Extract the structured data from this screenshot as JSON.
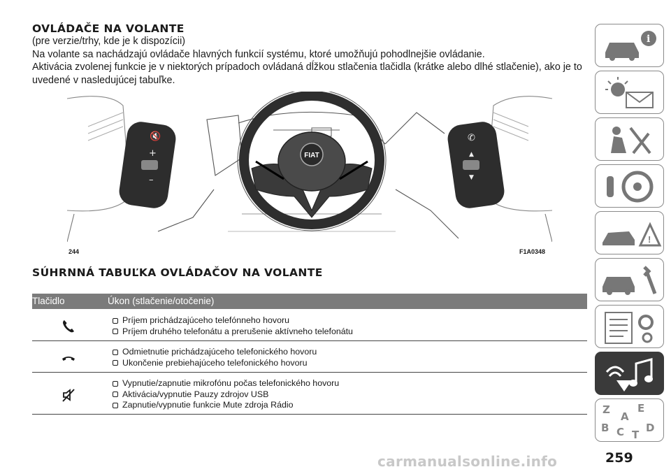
{
  "section_title": "OVLÁDAČE NA VOLANTE",
  "intro": [
    "(pre verzie/trhy, kde je k dispozícii)",
    "Na volante sa nachádzajú ovládače hlavných funkcií systému, ktoré umožňujú pohodlnejšie ovládanie.",
    "Aktivácia zvolenej funkcie je v niektorých prípadoch ovládaná dĺžkou stlačenia tlačidla (krátke alebo dlhé stlačenie), ako je to uvedené v nasledujúcej tabuľke."
  ],
  "figure": {
    "left_label": "244",
    "right_label": "F1A0348",
    "logo_text": "FIAT"
  },
  "table_title": "SÚHRNNÁ TABUĽKA OVLÁDAČOV NA VOLANTE",
  "table": {
    "headers": [
      "Tlačidlo",
      "Úkon (stlačenie/otočenie)"
    ],
    "rows": [
      {
        "icon": "phone-accept-icon",
        "actions": [
          "Príjem prichádzajúceho telefónneho hovoru",
          "Príjem druhého telefonátu a prerušenie aktívneho telefonátu"
        ]
      },
      {
        "icon": "phone-end-icon",
        "actions": [
          "Odmietnutie prichádzajúceho telefonického hovoru",
          "Ukončenie prebiehajúceho telefonického hovoru"
        ]
      },
      {
        "icon": "mute-icon",
        "actions": [
          "Vypnutie/zapnutie mikrofónu počas telefonického hovoru",
          "Aktivácia/vypnutie Pauzy zdrojov USB",
          "Zapnutie/vypnutie funkcie Mute zdroja Rádio"
        ]
      }
    ]
  },
  "side_tabs": [
    "car-info-icon",
    "warning-lights-icon",
    "safety-icon",
    "driving-icon",
    "emergency-icon",
    "maintenance-icon",
    "technical-data-icon",
    "multimedia-icon",
    "index-icon"
  ],
  "page_number": "259",
  "watermark": "carmanualsonline.info"
}
